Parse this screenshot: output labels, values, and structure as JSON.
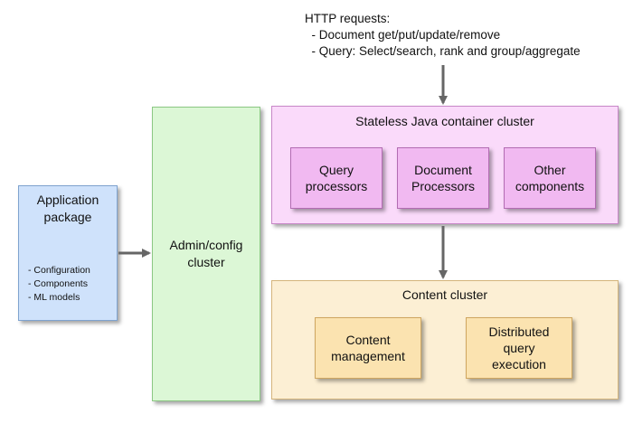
{
  "http_requests": {
    "title": "HTTP requests:",
    "lines": [
      "- Document get/put/update/remove",
      "- Query: Select/search, rank and group/aggregate"
    ]
  },
  "application_package": {
    "title": "Application\npackage",
    "items": [
      "- Configuration",
      "- Components",
      "- ML models"
    ]
  },
  "admin_cluster": {
    "label": "Admin/config\ncluster"
  },
  "container_cluster": {
    "title": "Stateless Java container cluster",
    "components": [
      "Query\nprocessors",
      "Document\nProcessors",
      "Other\ncomponents"
    ]
  },
  "content_cluster": {
    "title": "Content cluster",
    "components": [
      "Content\nmanagement",
      "Distributed\nquery\nexecution"
    ]
  },
  "colors": {
    "arrow": "#666666",
    "application_package_fill": "#cfe2fb",
    "admin_cluster_fill": "#dcf7d6",
    "container_cluster_fill": "#fadafa",
    "container_component_fill": "#f1b9f1",
    "content_cluster_fill": "#fcefd4",
    "content_component_fill": "#fbe3b0"
  }
}
